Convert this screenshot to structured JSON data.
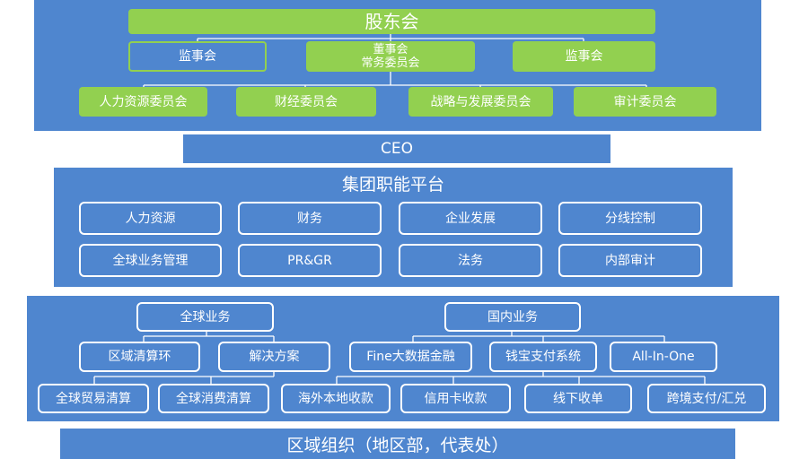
{
  "top": {
    "shareholders": "股东会",
    "supervisory_left": "监事会",
    "board_line1": "董事会",
    "board_line2": "常务委员会",
    "supervisory_right": "监事会",
    "committees": [
      "人力资源委员会",
      "财经委员会",
      "战略与发展委员会",
      "审计委员会"
    ]
  },
  "ceo": "CEO",
  "platform": {
    "title": "集团职能平台",
    "row1": [
      "人力资源",
      "财务",
      "企业发展",
      "分线控制"
    ],
    "row2": [
      "全球业务管理",
      "PR&GR",
      "法务",
      "内部审计"
    ]
  },
  "business": {
    "global": "全球业务",
    "domestic": "国内业务",
    "global_children": [
      "区域清算环",
      "解决方案"
    ],
    "domestic_children": [
      "Fine大数据金融",
      "钱宝支付系统",
      "All-In-One"
    ],
    "leaves": [
      "全球贸易清算",
      "全球消费清算",
      "海外本地收款",
      "信用卡收款",
      "线下收单",
      "跨境支付/汇兑"
    ]
  },
  "regional": "区域组织（地区部，代表处）",
  "colors": {
    "panel": "#4f86cf",
    "green": "#92d050",
    "white": "#ffffff"
  }
}
